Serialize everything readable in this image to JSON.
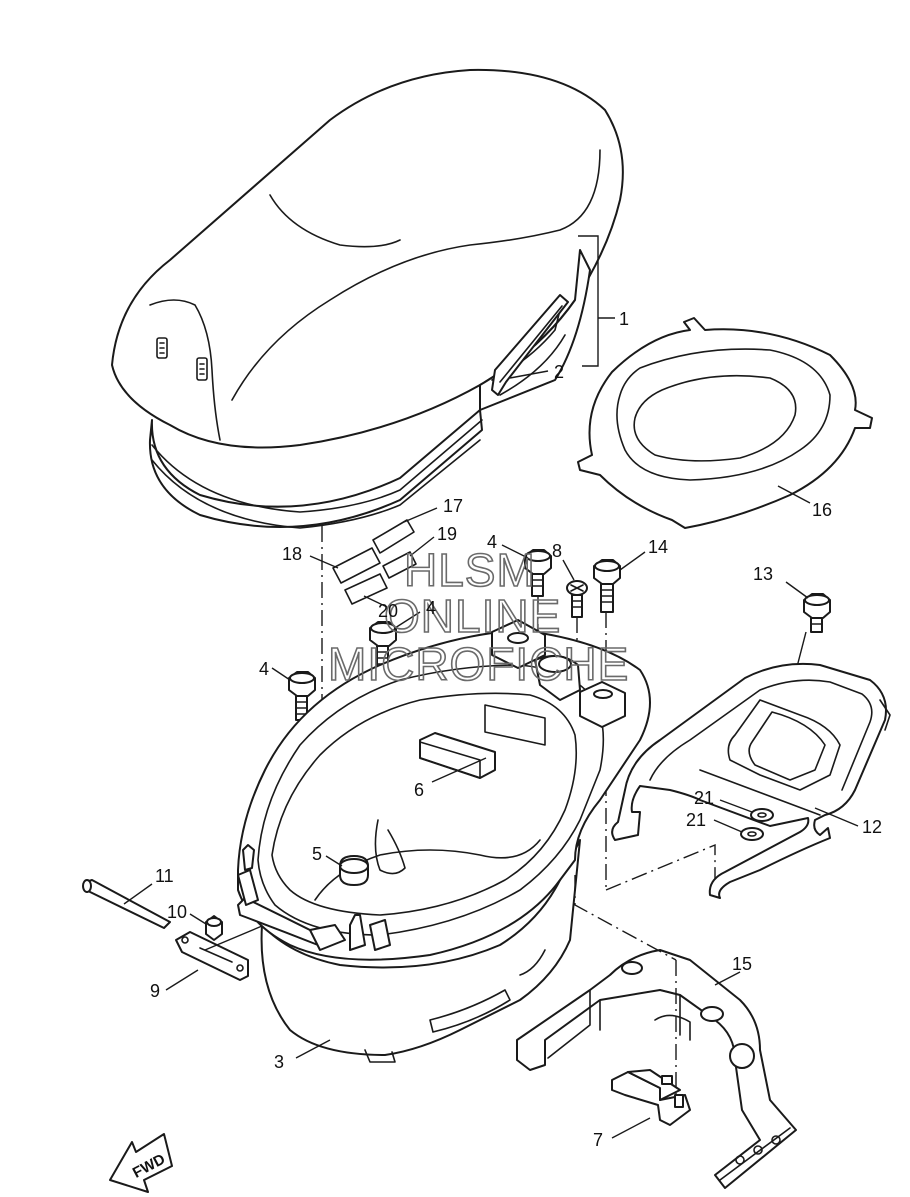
{
  "callouts": {
    "c1": "1",
    "c2": "2",
    "c3": "3",
    "c4a": "4",
    "c4b": "4",
    "c4c": "4",
    "c5": "5",
    "c6": "6",
    "c7": "7",
    "c8": "8",
    "c9": "9",
    "c10": "10",
    "c11": "11",
    "c12": "12",
    "c13": "13",
    "c14": "14",
    "c15": "15",
    "c16": "16",
    "c17": "17",
    "c18": "18",
    "c19": "19",
    "c20": "20",
    "c21a": "21",
    "c21b": "21"
  },
  "watermark": {
    "line1": "HLSM",
    "line2": "ONLINE",
    "line3": "MICROFICHE"
  },
  "fwd_label": "FWD"
}
